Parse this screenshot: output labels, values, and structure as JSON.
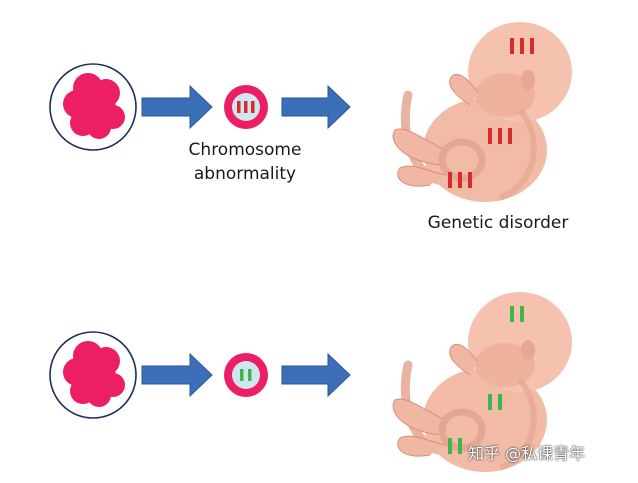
{
  "labels": {
    "chromosome_abnormality_line1": "Chromosome",
    "chromosome_abnormality_line2": "abnormality",
    "genetic_disorder": "Genetic disorder"
  },
  "watermark": "知乎 @私课青年",
  "colors": {
    "cell_fill": "#ec1f64",
    "nucleus_ring": "#ec1f64",
    "arrow_fill": "#3b6fb7",
    "abnormal_mark": "#d92b2b",
    "normal_mark": "#3fb54a",
    "fetus_skin": "#f2bba6",
    "fetus_shadow": "#d98c7c"
  },
  "rows": [
    {
      "id": "abnormal",
      "mark_color_key": "abnormal_mark",
      "marks": "III"
    },
    {
      "id": "normal",
      "mark_color_key": "normal_mark",
      "marks": "II"
    }
  ]
}
